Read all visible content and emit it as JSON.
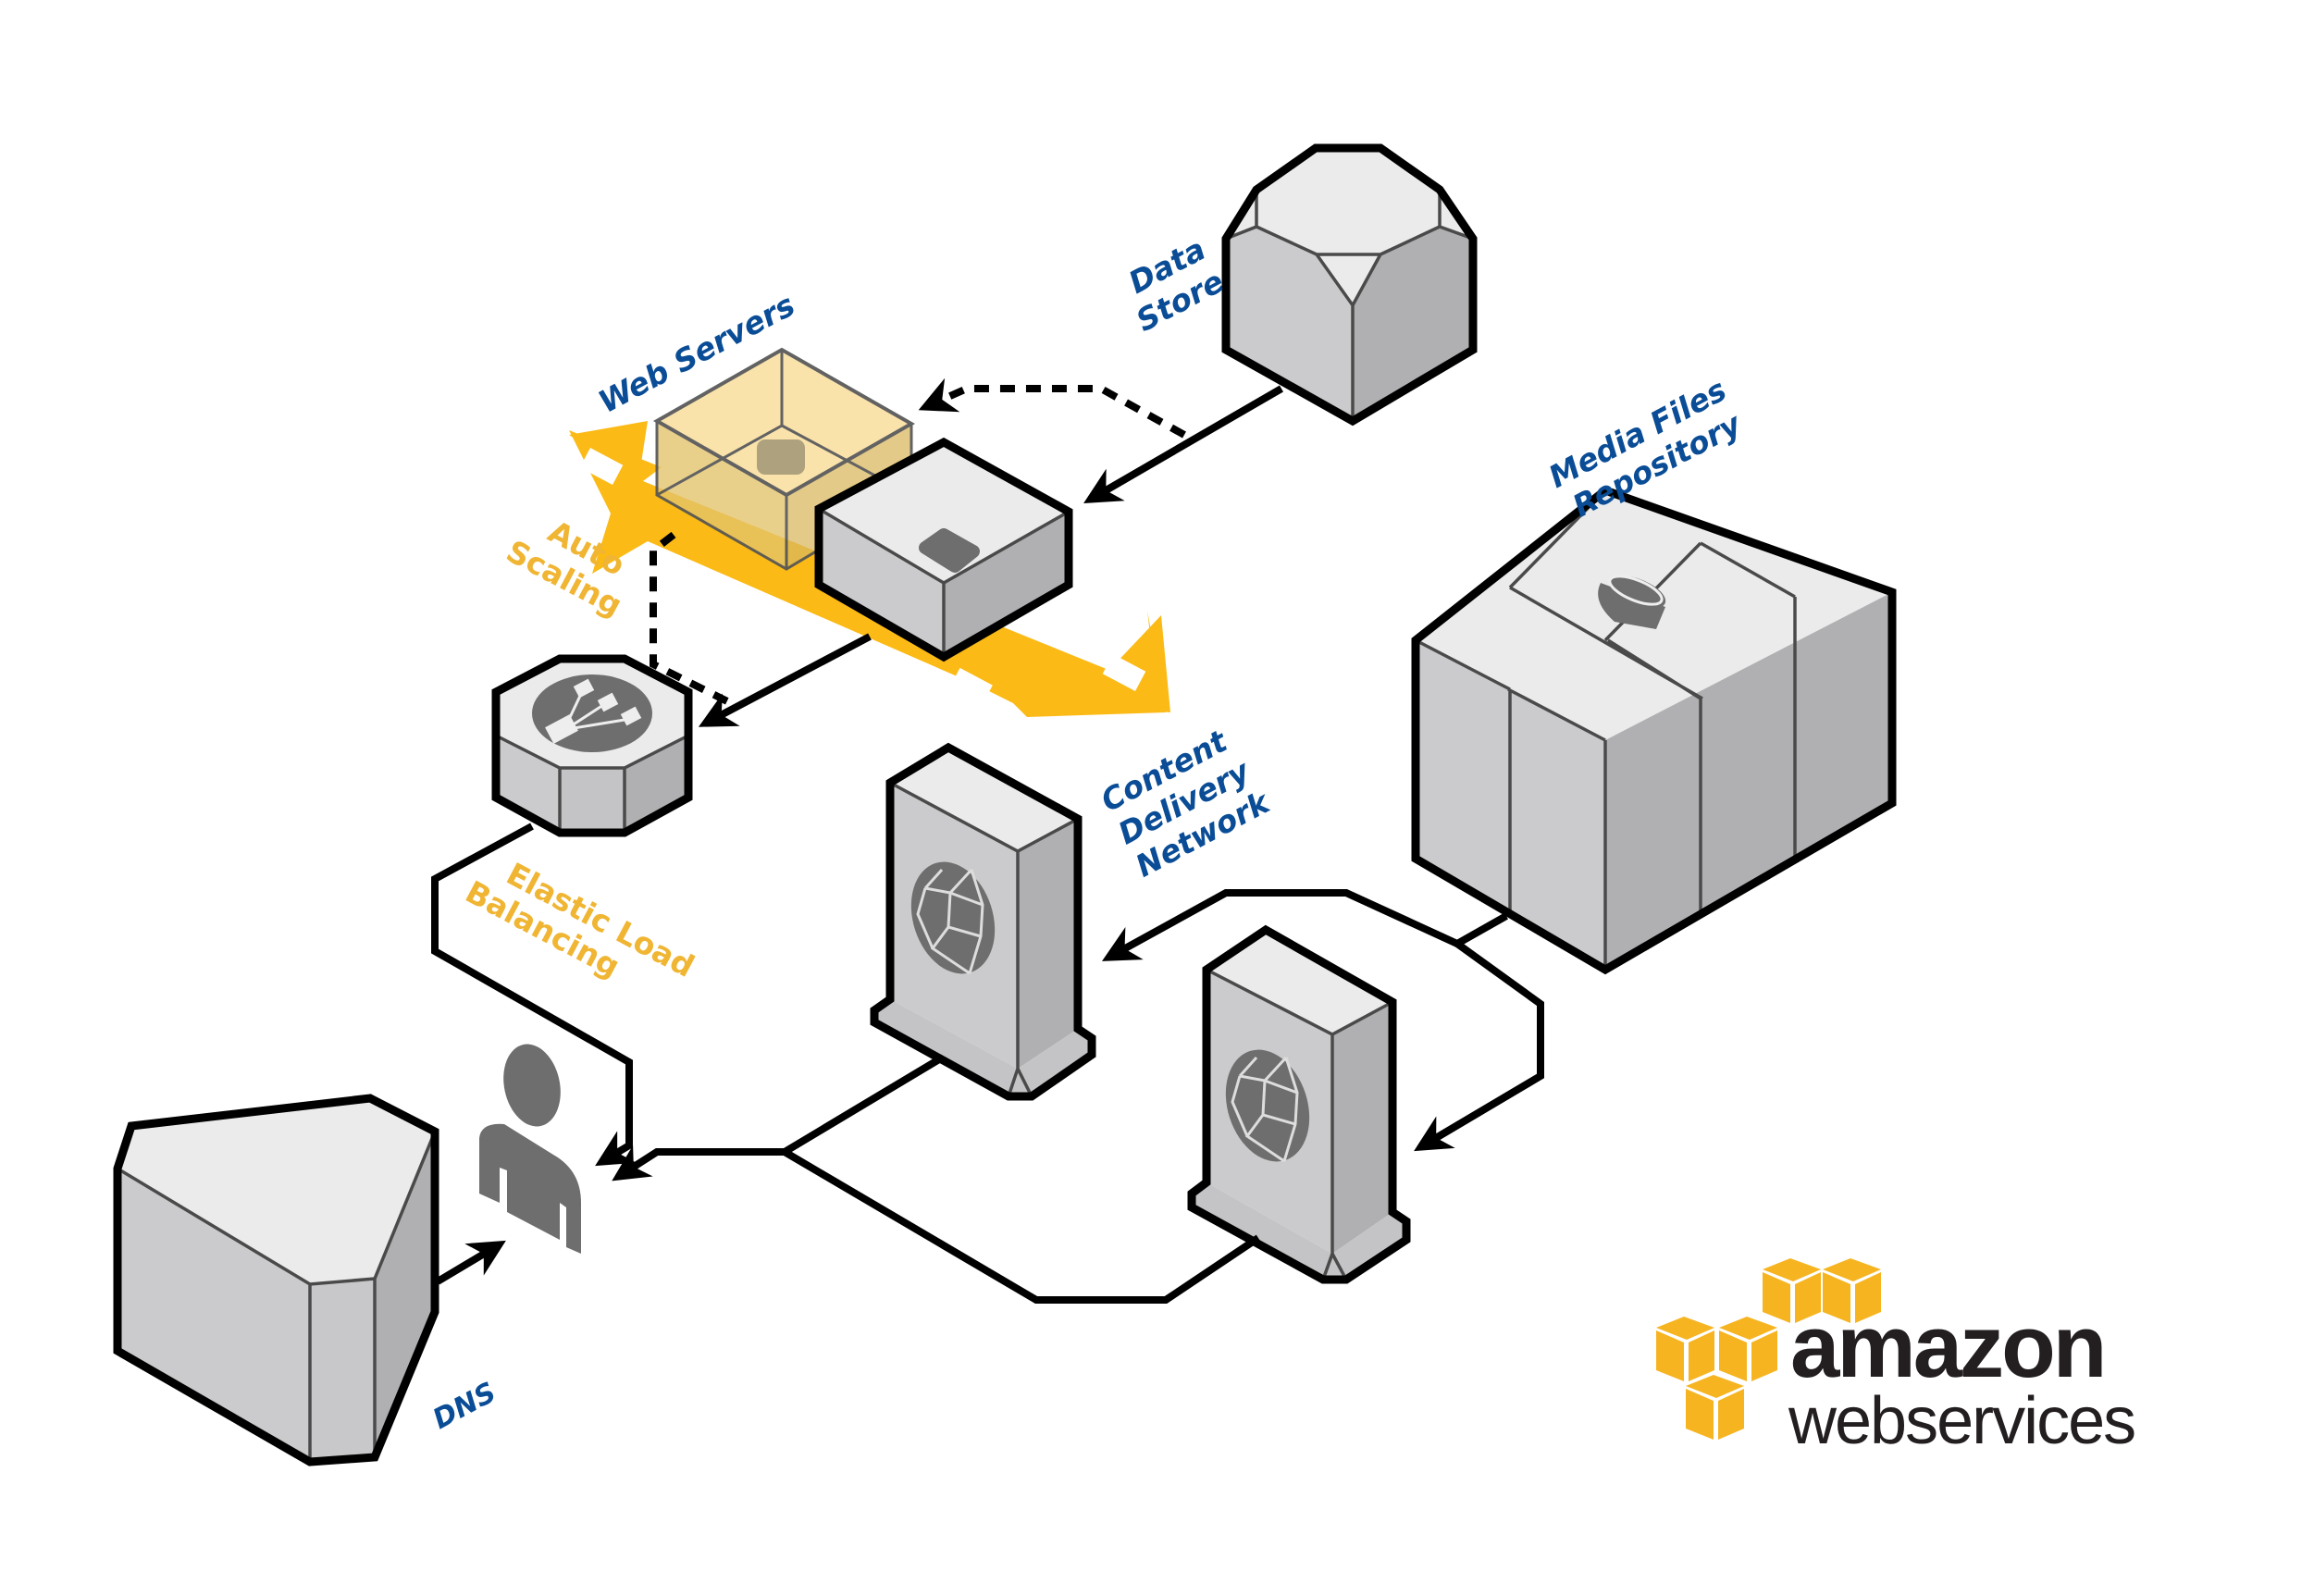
{
  "diagram": {
    "title": "AWS Web Application Hosting Architecture",
    "labels": {
      "web_servers": "Web Servers",
      "data_store": [
        "Data",
        "Store"
      ],
      "auto_scaling": [
        "Auto",
        "Scaling"
      ],
      "elastic_load_balancing": [
        "Elastic Load",
        "Balancing"
      ],
      "media_files_repository": [
        "Media Files",
        "Repository"
      ],
      "content_delivery_network": [
        "Content",
        "Delivery",
        "Network"
      ],
      "dns": "DNS"
    },
    "nodes": [
      {
        "id": "data-store",
        "icon": "database-octagon-icon"
      },
      {
        "id": "web-server-active",
        "icon": "server-cube-icon"
      },
      {
        "id": "web-server-scaled",
        "icon": "server-cube-ghost-icon"
      },
      {
        "id": "load-balancer",
        "icon": "load-balancer-icon"
      },
      {
        "id": "media-repository",
        "icon": "bucket-icon"
      },
      {
        "id": "cdn-edge-1",
        "icon": "globe-network-icon"
      },
      {
        "id": "cdn-edge-2",
        "icon": "globe-network-icon"
      },
      {
        "id": "user",
        "icon": "user-icon"
      },
      {
        "id": "dns",
        "icon": "dns-prism-icon"
      }
    ],
    "connections": [
      {
        "from": "data-store",
        "to": "web-server-active",
        "style": "solid"
      },
      {
        "from": "data-store",
        "to": "web-server-scaled",
        "style": "dashed"
      },
      {
        "from": "web-server-active",
        "to": "load-balancer",
        "style": "solid"
      },
      {
        "from": "web-server-scaled",
        "to": "load-balancer",
        "style": "dashed"
      },
      {
        "from": "load-balancer",
        "to": "user",
        "style": "solid"
      },
      {
        "from": "dns",
        "to": "user",
        "style": "solid"
      },
      {
        "from": "media-repository",
        "to": "cdn-edge-1",
        "style": "solid"
      },
      {
        "from": "media-repository",
        "to": "cdn-edge-2",
        "style": "solid"
      },
      {
        "from": "cdn-edge-1",
        "to": "user",
        "style": "solid"
      },
      {
        "from": "cdn-edge-2",
        "to": "user",
        "style": "solid"
      }
    ],
    "colors": {
      "label_blue": "#0a4d96",
      "label_orange": "#f0b533",
      "autoscaling_arrow": "#fbba16",
      "logo_orange": "#f6b421",
      "logo_text": "#231f20"
    }
  },
  "logo": {
    "line1": "amazon",
    "line2": "webservices"
  }
}
